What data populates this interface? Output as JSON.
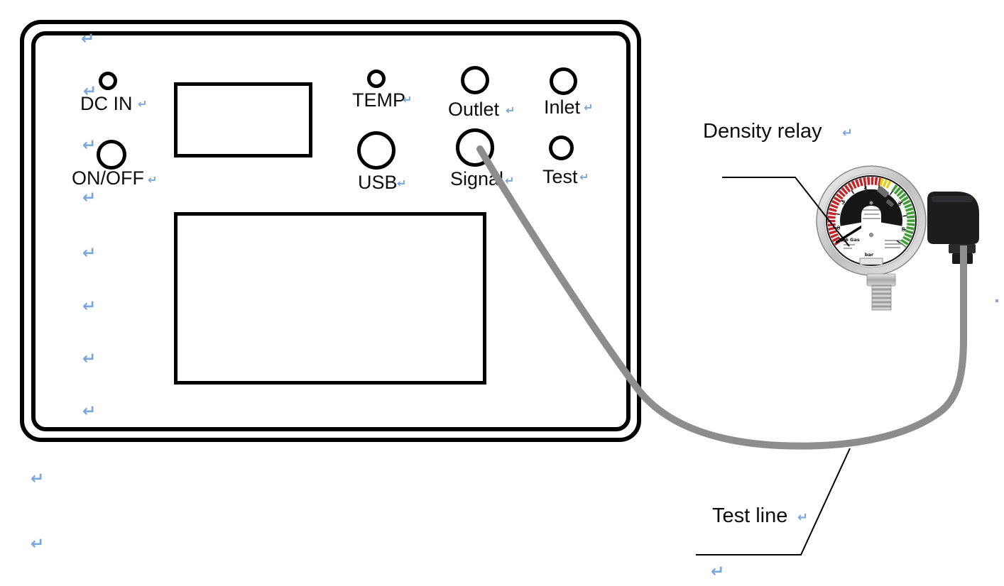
{
  "panel": {
    "controls": [
      {
        "id": "dc-in",
        "label": "DC IN",
        "type": "led"
      },
      {
        "id": "on-off",
        "label": "ON/OFF",
        "type": "button"
      },
      {
        "id": "temp",
        "label": "TEMP",
        "type": "led"
      },
      {
        "id": "usb",
        "label": "USB",
        "type": "port"
      },
      {
        "id": "outlet",
        "label": "Outlet",
        "type": "port"
      },
      {
        "id": "signal",
        "label": "Signal",
        "type": "port"
      },
      {
        "id": "inlet",
        "label": "Inlet",
        "type": "port"
      },
      {
        "id": "test",
        "label": "Test",
        "type": "port"
      }
    ]
  },
  "annotations": {
    "density_relay": "Density relay",
    "test_line": "Test line"
  },
  "gauge": {
    "dial": {
      "gas_label": "SF6 Gas",
      "unit_label": "bar"
    },
    "scale_labels": [
      "-1",
      "0",
      "2",
      "4",
      "6",
      "8"
    ]
  },
  "marks": {
    "return_symbol": "↵"
  },
  "colors": {
    "mark_blue": "#7CA7DC",
    "cable_gray": "#8D8D8D",
    "outline_black": "#000000",
    "arc_red": "#C3272B",
    "arc_yellow": "#E3CF1C",
    "arc_green": "#3F9C35"
  }
}
